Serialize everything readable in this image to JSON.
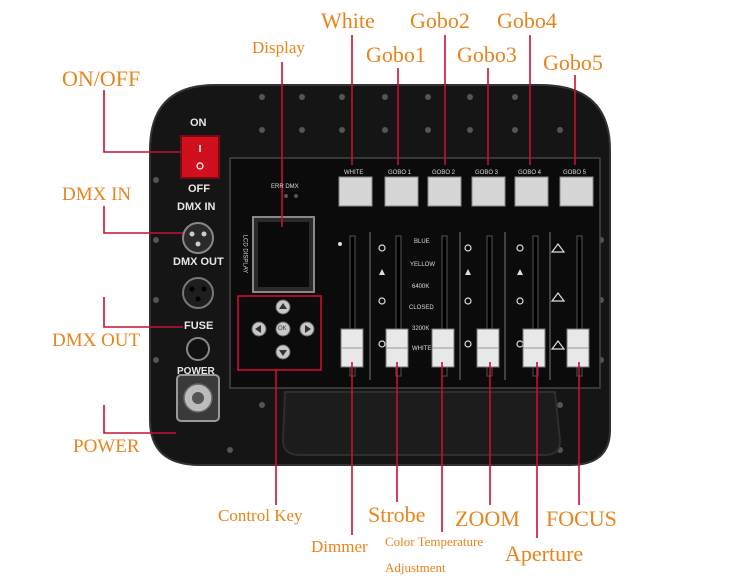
{
  "callouts": {
    "on_off": "ON/OFF",
    "dmx_in": "DMX IN",
    "dmx_out": "DMX OUT",
    "power": "POWER",
    "display": "Display",
    "white": "White",
    "gobo1": "Gobo1",
    "gobo2": "Gobo2",
    "gobo3": "Gobo3",
    "gobo4": "Gobo4",
    "gobo5": "Gobo5",
    "control_key": "Control Key",
    "dimmer": "Dimmer",
    "strobe": "Strobe",
    "color_temp_line1": "Color Temperature",
    "color_temp_line2": "Adjustment",
    "zoom": "ZOOM",
    "aperture": "Aperture",
    "focus": "FOCUS"
  },
  "device": {
    "on_label": "ON",
    "off_label": "OFF",
    "dmx_in_label": "DMX IN",
    "dmx_out_label": "DMX OUT",
    "fuse_label": "FUSE",
    "power_label": "POWER",
    "err_dmx": "ERR DMX",
    "lcd_label": "LCD DISPLAY",
    "ok_label": "OK",
    "button_labels": [
      "WHITE",
      "GOBO 1",
      "GOBO 2",
      "GOBO 3",
      "GOBO 4",
      "GOBO 5"
    ],
    "color_temp_options": [
      "BLUE",
      "YELLOW",
      "6400K",
      "CLOSED",
      "3200K",
      "WHITE"
    ]
  },
  "colors": {
    "callout_text": "#e8841c",
    "callout_line": "#c8102e",
    "device_body": "#141414",
    "switch_red": "#d0101c"
  }
}
